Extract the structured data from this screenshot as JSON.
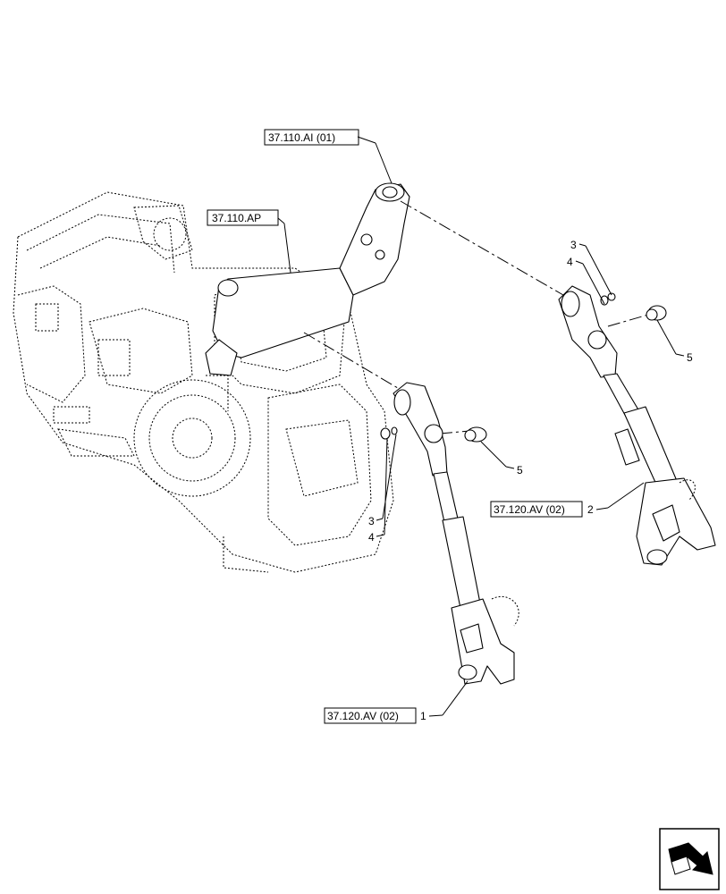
{
  "references": {
    "lift_arm": "37.110.AI (01)",
    "housing": "37.110.AP",
    "link_right": "37.120.AV (02)",
    "link_left": "37.120.AV (02)"
  },
  "callouts": {
    "item1": "1",
    "item2": "2",
    "item3_right": "3",
    "item4_right": "4",
    "item5_right": "5",
    "item3_left": "3",
    "item4_left": "4",
    "item5_left": "5"
  },
  "icons": {
    "navigation": "next-page-arrow-icon"
  }
}
